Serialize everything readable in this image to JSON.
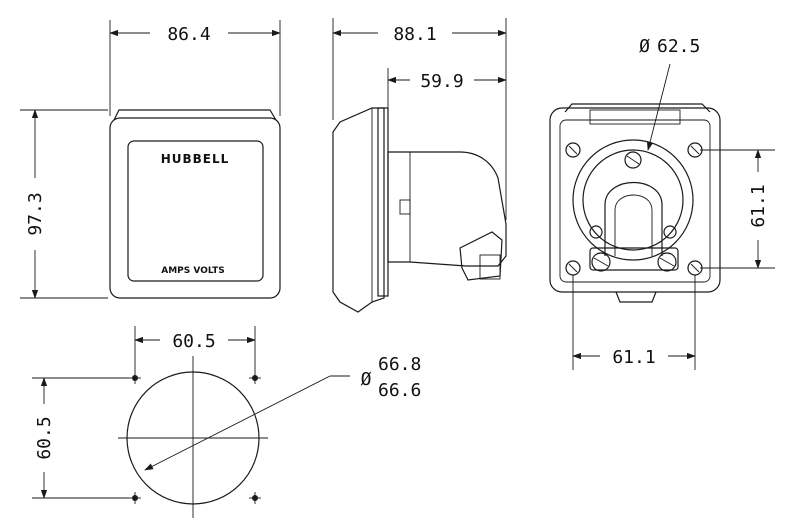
{
  "front_view": {
    "brand": "HUBBELL",
    "label": "AMPS VOLTS",
    "width_dim": "86.4",
    "height_dim": "97.3"
  },
  "side_view": {
    "depth_dim": "88.1",
    "body_dim": "59.9"
  },
  "rear_view": {
    "diameter_symbol": "Ø",
    "diameter_dim": "62.5",
    "vertical_spacing_dim": "61.1",
    "horizontal_spacing_dim": "61.1"
  },
  "cutout": {
    "horizontal_dim": "60.5",
    "vertical_dim": "60.5",
    "diameter_symbol": "Ø",
    "diameter_max": "66.8",
    "diameter_min": "66.6"
  },
  "colors": {
    "line": "#1a1a1a",
    "background": "#ffffff"
  }
}
